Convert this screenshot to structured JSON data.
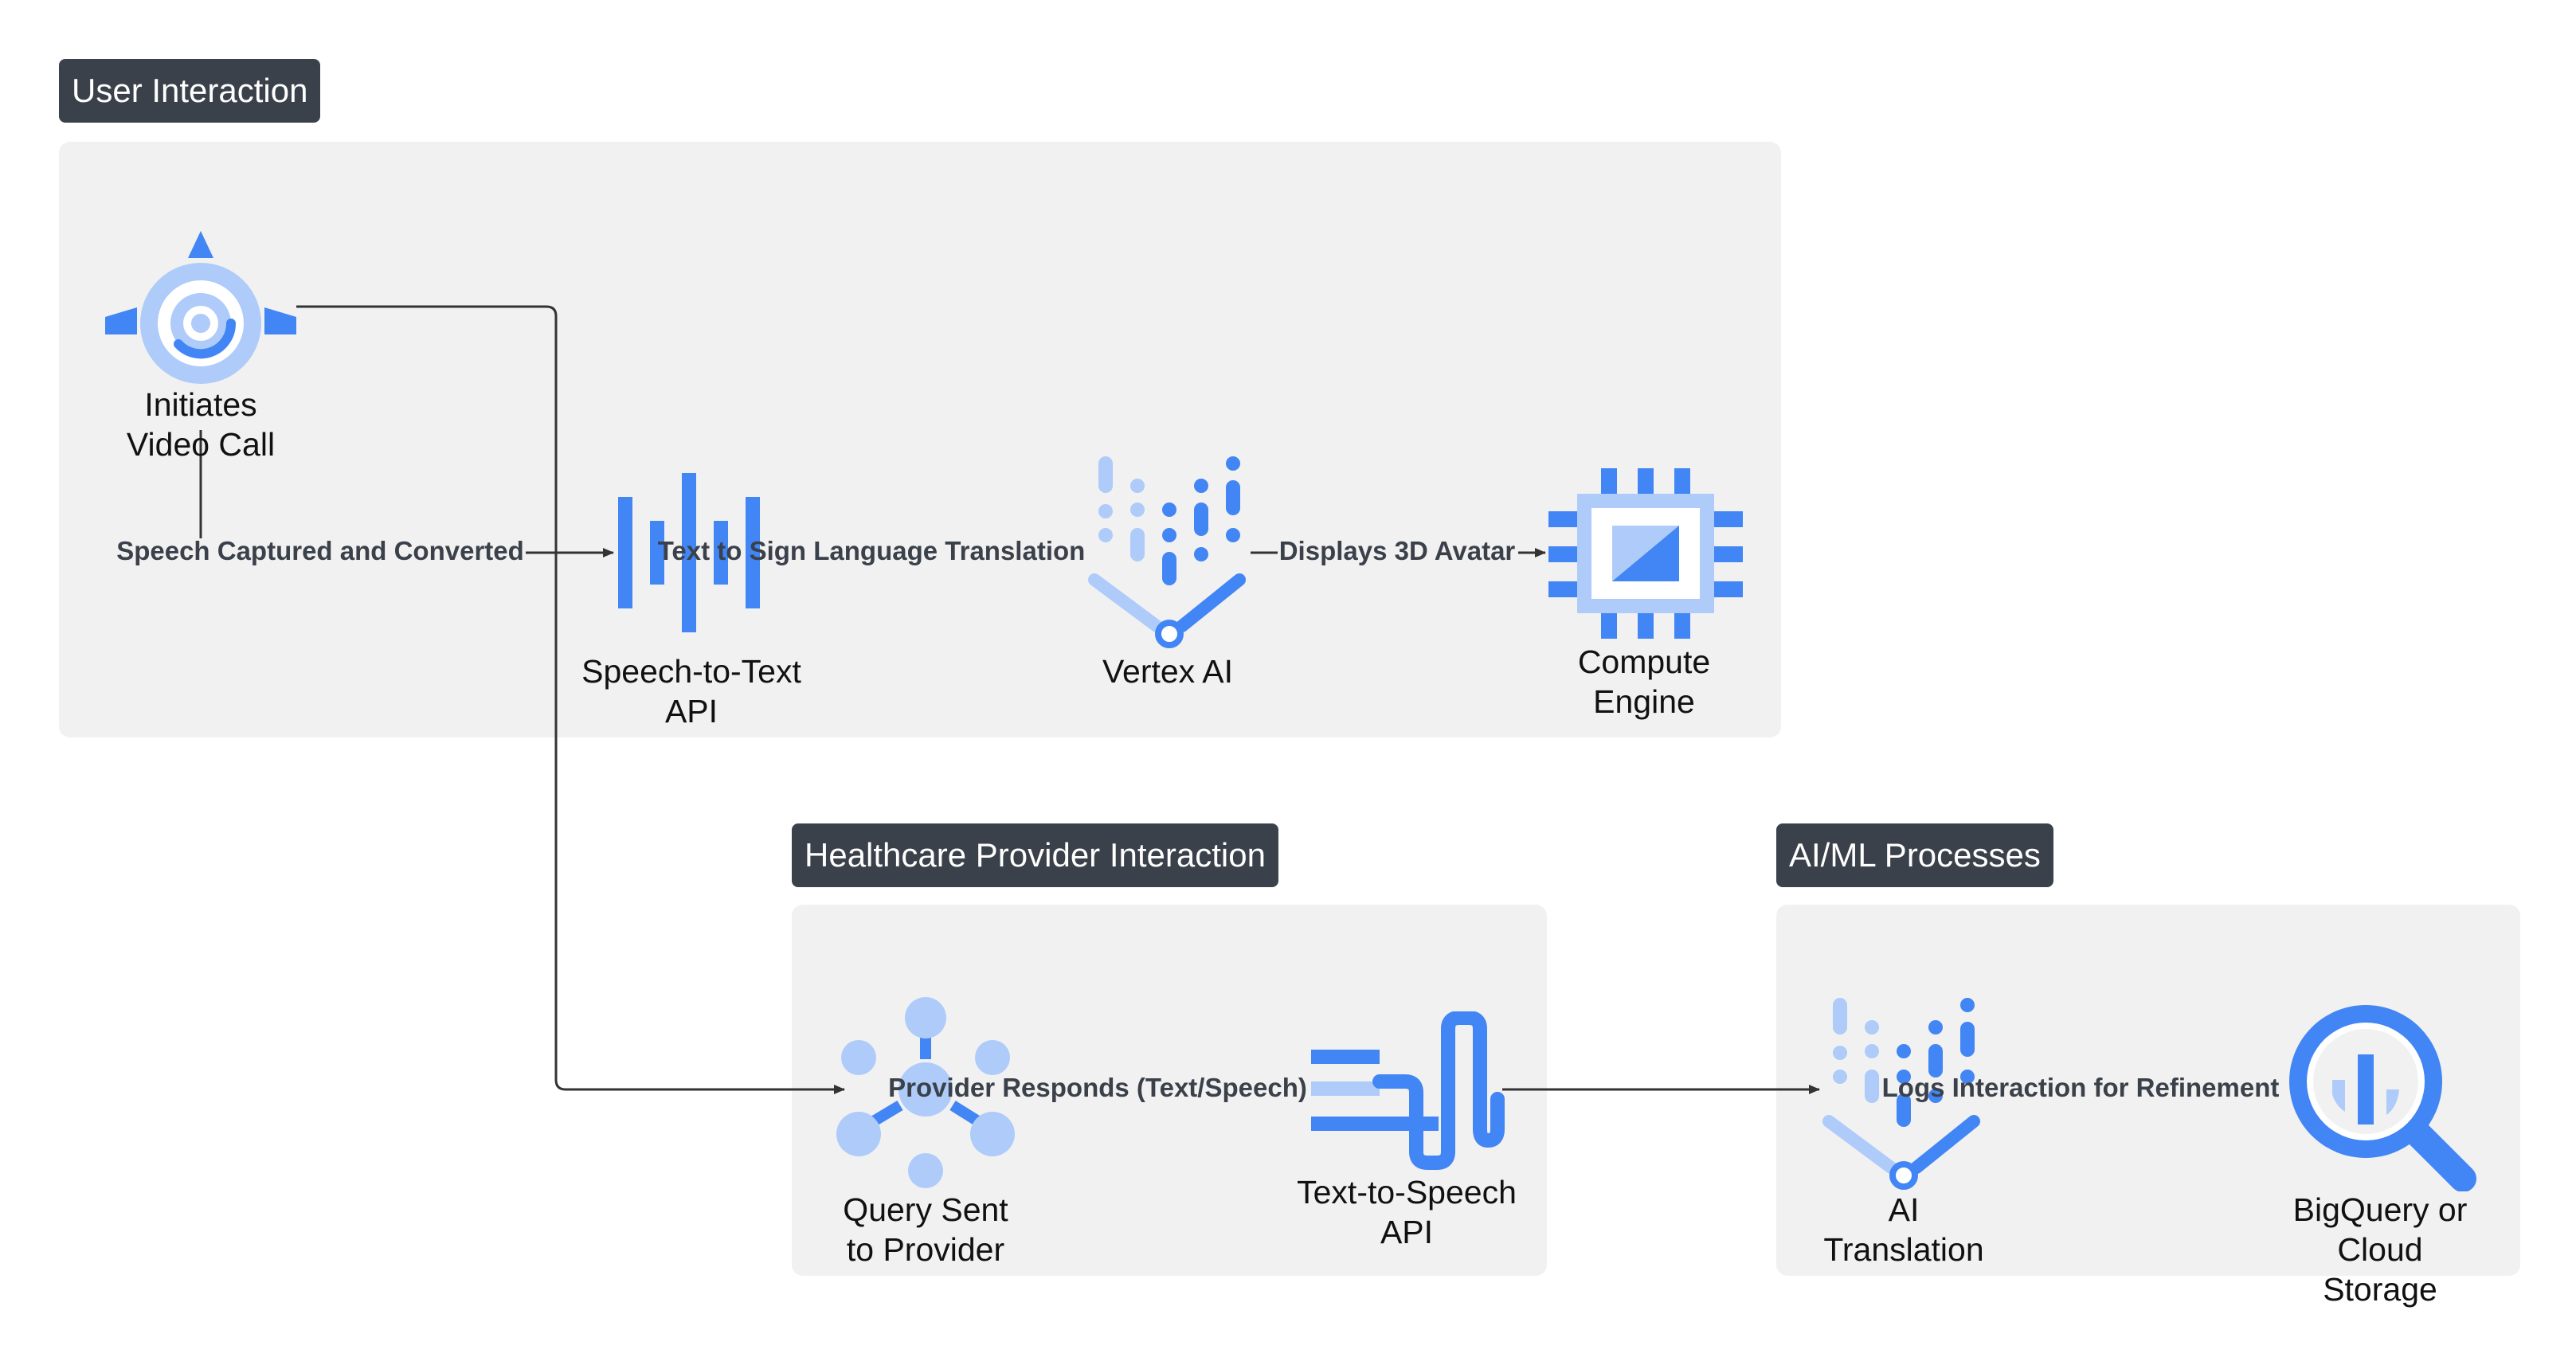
{
  "groups": {
    "user": {
      "label": "User Interaction"
    },
    "provider": {
      "label": "Healthcare Provider Interaction"
    },
    "aiml": {
      "label": "AI/ML Processes"
    }
  },
  "nodes": {
    "video_call": {
      "label_line1": "Initiates",
      "label_line2": "Video Call",
      "icon": "video-call-icon"
    },
    "speech_to_text": {
      "label_line1": "Speech-to-Text",
      "label_line2": "API",
      "icon": "speech-to-text-icon"
    },
    "vertex_ai": {
      "label_line1": "Vertex AI",
      "icon": "vertex-ai-icon"
    },
    "compute_engine": {
      "label_line1": "Compute",
      "label_line2": "Engine",
      "icon": "compute-engine-icon"
    },
    "query_provider": {
      "label_line1": "Query Sent",
      "label_line2": "to Provider",
      "icon": "network-hub-icon"
    },
    "text_to_speech": {
      "label_line1": "Text-to-Speech",
      "label_line2": "API",
      "icon": "text-to-speech-icon"
    },
    "ai_translation": {
      "label_line1": "AI",
      "label_line2": "Translation",
      "icon": "vertex-ai-icon"
    },
    "bigquery": {
      "label_line1": "BigQuery or",
      "label_line2": "Cloud",
      "label_line3": "Storage",
      "icon": "bigquery-icon"
    }
  },
  "edges": {
    "speech_captured": "Speech Captured and Converted",
    "sign_translation": "Text to Sign Language Translation",
    "displays_avatar": "Displays 3D Avatar",
    "provider_responds": "Provider Responds (Text/Speech)",
    "logs_interaction": "Logs Interaction for Refinement"
  },
  "colors": {
    "group_bg": "#f1f1f1",
    "group_label_bg": "#3b414a",
    "icon_dark": "#4285f4",
    "icon_light": "#aecbfa",
    "wire": "#333333"
  }
}
